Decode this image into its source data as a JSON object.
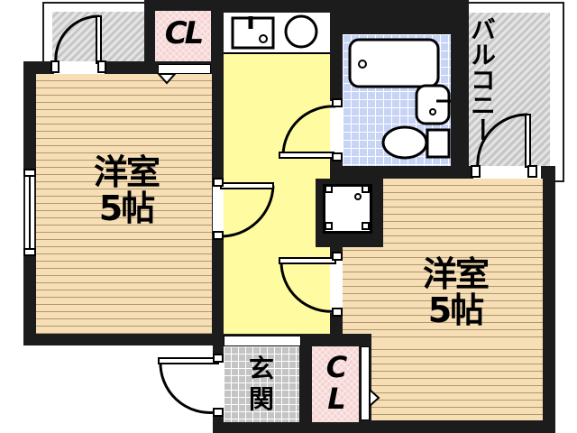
{
  "floor_plan": {
    "rooms": {
      "western_room_left": {
        "name": "洋室",
        "size": "5帖"
      },
      "western_room_right": {
        "name": "洋室",
        "size": "5帖"
      },
      "closet_top": {
        "label": "CL"
      },
      "closet_bottom": {
        "label_line1": "C",
        "label_line2": "L"
      },
      "entrance": {
        "label_line1": "玄",
        "label_line2": "関"
      },
      "balcony": {
        "label": "バルコニー"
      }
    },
    "fixtures": [
      "kitchen-sink",
      "stove",
      "bathtub",
      "washbasin",
      "toilet",
      "washing-machine-space"
    ],
    "colors": {
      "wall": "#1c1c1c",
      "wood_floor": "#f6deb5",
      "corridor": "#fefba0",
      "closet": "#f6d4d4",
      "bathroom_tile": "#c7d4f6",
      "entrance_tile": "#c4c4c4",
      "balcony": "#d4d4d4"
    }
  }
}
